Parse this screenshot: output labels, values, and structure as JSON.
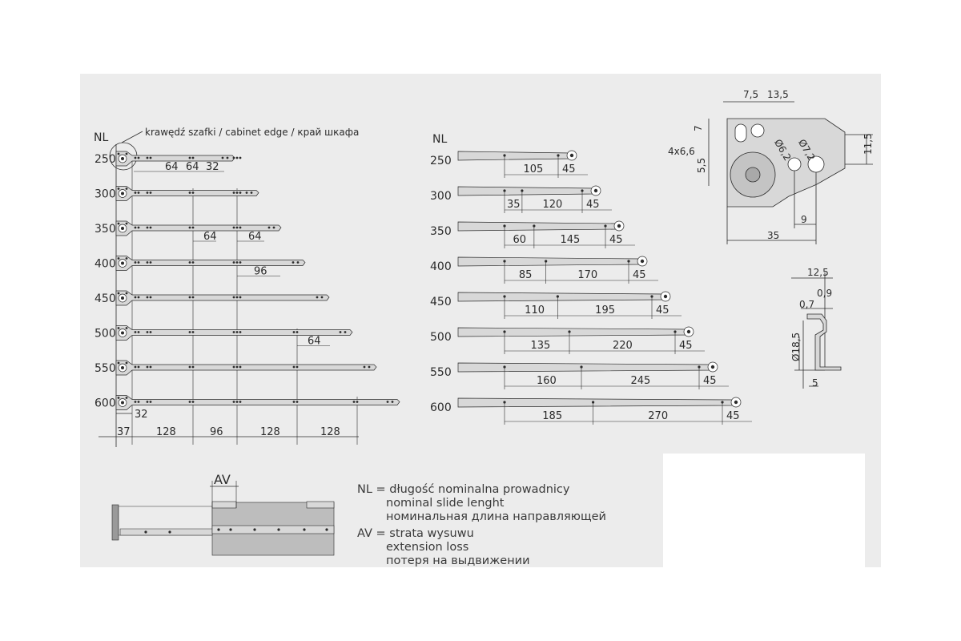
{
  "colors": {
    "panel": "#ececec",
    "white_box": "#ffffff",
    "rail_fill": "#d8d8d8",
    "line": "#2b2b2b",
    "drawer": "#bdbdbd"
  },
  "left_diagram": {
    "nl_header": "NL",
    "cabinet_edge_label": "krawędź szafki / cabinet edge / край шкафа",
    "rows": [
      {
        "nl": "250",
        "dims": [
          "64",
          "64",
          "32"
        ]
      },
      {
        "nl": "300",
        "dims": []
      },
      {
        "nl": "350",
        "dims": [
          "64",
          "64"
        ]
      },
      {
        "nl": "400",
        "dims": [
          "96"
        ]
      },
      {
        "nl": "450",
        "dims": []
      },
      {
        "nl": "500",
        "dims": [
          "64"
        ]
      },
      {
        "nl": "550",
        "dims": []
      },
      {
        "nl": "600",
        "dims": []
      }
    ],
    "offset_label": "32",
    "bottom_dims": [
      "37",
      "128",
      "96",
      "128",
      "128"
    ]
  },
  "middle_diagram": {
    "nl_header": "NL",
    "rows": [
      {
        "nl": "250",
        "dims": [
          "105",
          "45"
        ]
      },
      {
        "nl": "300",
        "dims": [
          "35",
          "120",
          "45"
        ]
      },
      {
        "nl": "350",
        "dims": [
          "60",
          "145",
          "45"
        ]
      },
      {
        "nl": "400",
        "dims": [
          "85",
          "170",
          "45"
        ]
      },
      {
        "nl": "450",
        "dims": [
          "110",
          "195",
          "45"
        ]
      },
      {
        "nl": "500",
        "dims": [
          "135",
          "220",
          "45"
        ]
      },
      {
        "nl": "550",
        "dims": [
          "160",
          "245",
          "45"
        ]
      },
      {
        "nl": "600",
        "dims": [
          "185",
          "270",
          "45"
        ]
      }
    ]
  },
  "detail_bracket": {
    "dims": {
      "a": "7,5",
      "b": "13,5",
      "c": "7",
      "d": "11,5",
      "e": "4x6,6",
      "f": "5,5",
      "g": "Ø6,2",
      "h": "Ø7,2",
      "i": "9",
      "j": "35"
    }
  },
  "detail_profile": {
    "dims": {
      "a": "12,5",
      "b": "0,9",
      "c": "0,7",
      "d": "Ø18,5",
      "e": "5"
    }
  },
  "av_diagram": {
    "label": "AV"
  },
  "legend": {
    "nl_prefix": "NL = ",
    "nl_lines": [
      "długość nominalna prowadnicy",
      "nominal slide lenght",
      "номинальная длина направляющей"
    ],
    "av_prefix": "AV = ",
    "av_lines": [
      "strata wysuwu",
      "extension loss",
      "потеря на выдвижении"
    ]
  }
}
